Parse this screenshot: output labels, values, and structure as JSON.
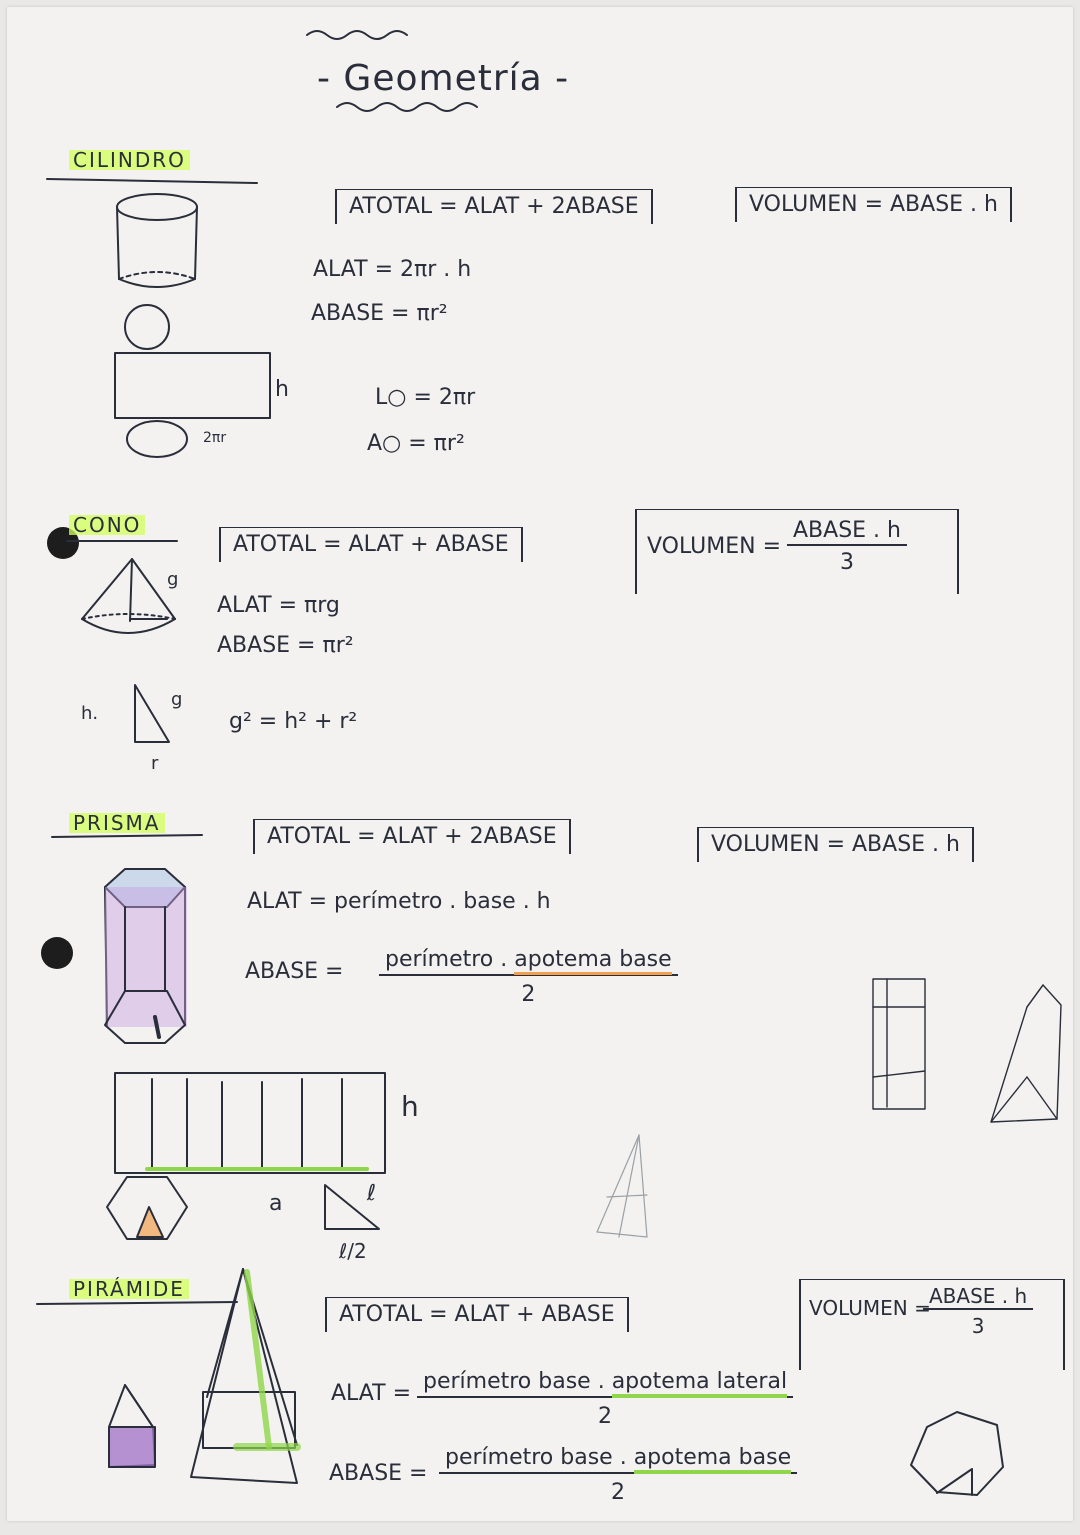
{
  "title": "- Geometría -",
  "colors": {
    "ink": "#2a2e3a",
    "highlight_green": "#c8ff5a",
    "highlight_orange": "#f0a050",
    "purple": "#a070c8",
    "blue": "#7fa0c8"
  },
  "cilindro": {
    "label": "CILINDRO",
    "total": "ATOTAL = ALAT + 2ABASE",
    "volume": "VOLUMEN = ABASE . h",
    "alat": "ALAT = 2πr . h",
    "abase": "ABASE = πr²",
    "circ_len": "L○ = 2πr",
    "circ_area": "A○ = πr²",
    "fig_h": "h",
    "fig_2pir": "2πr"
  },
  "cono": {
    "label": "CONO",
    "total": "ATOTAL = ALAT + ABASE",
    "volume_lhs": "VOLUMEN =",
    "volume_num": "ABASE . h",
    "volume_den": "3",
    "alat": "ALAT = πrg",
    "abase": "ABASE = πr²",
    "pythag": "g² = h² + r²",
    "fig_g": "g",
    "fig_g2": "g",
    "fig_h": "h.",
    "fig_r": "r"
  },
  "prisma": {
    "label": "PRISMA",
    "total": "ATOTAL = ALAT + 2ABASE",
    "volume": "VOLUMEN = ABASE . h",
    "alat": "ALAT = perímetro . base . h",
    "abase_lhs": "ABASE =",
    "abase_num_a": "perímetro . ",
    "abase_num_b": "apotema base",
    "abase_den": "2",
    "fig_h": "h",
    "fig_a": "a",
    "fig_l": "ℓ",
    "fig_l2": "ℓ/2"
  },
  "piramide": {
    "label": "PIRÁMIDE",
    "total": "ATOTAL = ALAT + ABASE",
    "volume_lhs": "VOLUMEN =",
    "volume_num": "ABASE . h",
    "volume_den": "3",
    "alat_lhs": "ALAT =",
    "alat_num_a": "perímetro base . ",
    "alat_num_b": "apotema lateral",
    "alat_den": "2",
    "abase_lhs": "ABASE =",
    "abase_num_a": "perímetro base . ",
    "abase_num_b": "apotema base",
    "abase_den": "2"
  }
}
